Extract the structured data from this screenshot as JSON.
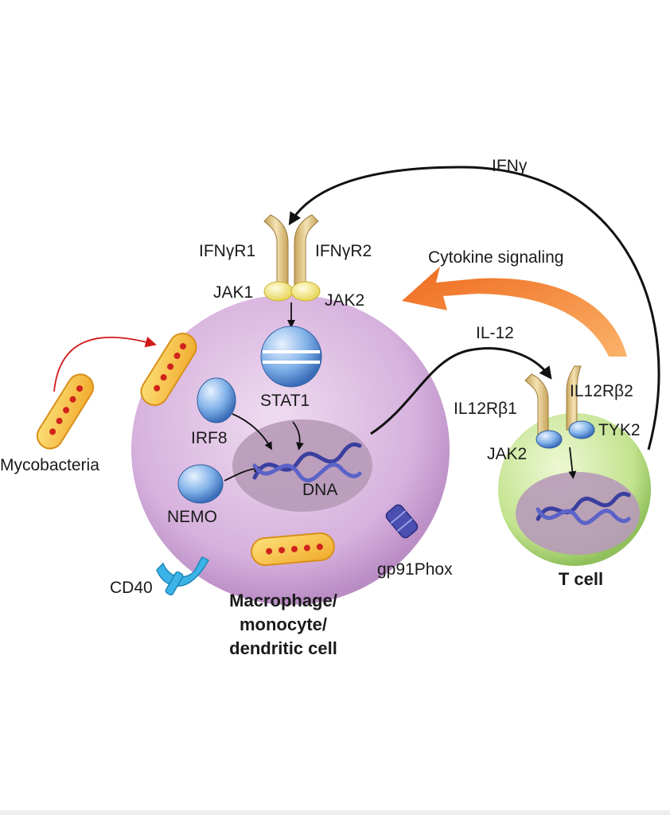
{
  "labels": {
    "ifng": "IFNγ",
    "ifngr1": "IFNγR1",
    "ifngr2": "IFNγR2",
    "cytokine_signaling": "Cytokine signaling",
    "jak1": "JAK1",
    "jak2_macro": "JAK2",
    "stat1": "STAT1",
    "il12": "IL-12",
    "il12rb2": "IL12Rβ2",
    "il12rb1": "IL12Rβ1",
    "tyk2": "TYK2",
    "jak2_tcell": "JAK2",
    "irf8": "IRF8",
    "dna_macro": "DNA",
    "nemo": "NEMO",
    "mycobacteria": "Mycobacteria",
    "cd40": "CD40",
    "gp91phox": "gp91Phox",
    "macro_line1": "Macrophage/",
    "macro_line2": "monocyte/",
    "macro_line3": "dendritic cell",
    "tcell": "T cell"
  },
  "colors": {
    "macrophage_fill": "#d9b6e0",
    "tcell_fill": "#bfe08a",
    "nucleus_fill": "#b79ab8",
    "bacteria_fill": "#f5c542",
    "bacteria_dots": "#d0231c",
    "receptor_tan": "#e3c88a",
    "jak_yellow": "#f7ef8c",
    "protein_blue": "#6f9fd8",
    "cytokine_arrow": "#f07a2a",
    "red_arrow": "#d11a1a",
    "dna_blue": "#3a3fa0",
    "cd40_cyan": "#3bb3e6",
    "gp91_blue": "#4a4fb0"
  }
}
